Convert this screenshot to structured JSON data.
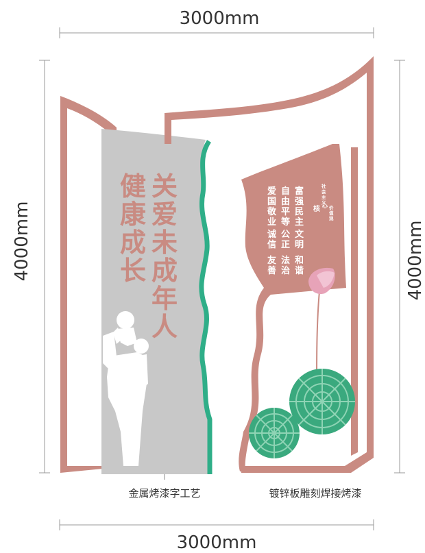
{
  "dimensions": {
    "top_width": "3000mm",
    "bottom_width": "3000mm",
    "left_height": "4000mm",
    "right_height": "4000mm"
  },
  "captions": {
    "left_process": "金属烤漆字工艺",
    "right_process": "镀锌板雕刻焊接烤漆"
  },
  "left_panel": {
    "slogan_line1": [
      "关",
      "爱",
      "未",
      "成",
      "年",
      "人"
    ],
    "slogan_line2": [
      "健",
      "康",
      "成",
      "长"
    ]
  },
  "right_panel": {
    "small_title_a": [
      "社",
      "会",
      "主",
      "义"
    ],
    "small_title_b": [
      "核",
      "心"
    ],
    "small_title_c": [
      "价",
      "值",
      "观"
    ],
    "values_rows": [
      [
        "富强",
        "民主",
        "文明",
        "和谐"
      ],
      [
        "自由",
        "平等",
        "公正",
        "法治"
      ],
      [
        "爱国",
        "敬业",
        "诚信",
        "友善"
      ]
    ]
  },
  "colors": {
    "frame": "#c98b82",
    "gray_panel": "#c8c8c8",
    "green_accent": "#2fae88",
    "lotus_leaf": "#3aa97e",
    "lotus_bud": "#e7a3b8"
  },
  "icons": {
    "figure": "parent-lifting-child-silhouette",
    "flower": "lotus-bud",
    "leaves": "lotus-leaf"
  }
}
